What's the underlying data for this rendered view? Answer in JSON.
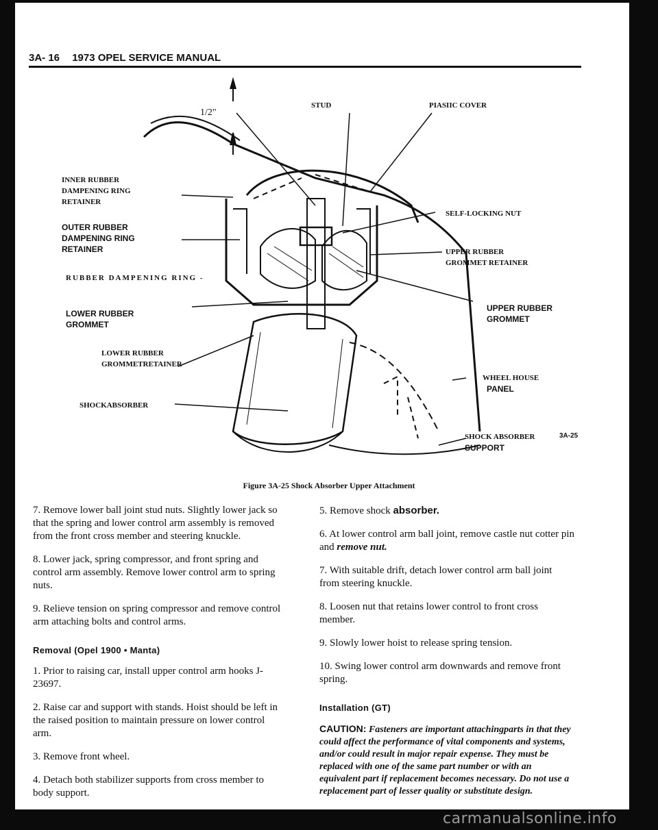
{
  "header": {
    "page_number": "3A- 16",
    "title": "1973 OPEL SERVICE MANUAL"
  },
  "figure": {
    "labels": {
      "dimension": "1/2\"",
      "stud": "STUD",
      "plastic_cover": "PIASIIC COVER",
      "inner_rubber": "INNER RUBBER",
      "inner_dampening_ring": "DAMPENING RING",
      "inner_retainer": "RETAINER",
      "self_locking_nut": "SELF-LOCKING NUT",
      "outer_rubber": "OUTER RUBBER",
      "outer_dampening_ring": "DAMPENING RING",
      "outer_retainer": "RETAINER",
      "upper_rubber": "UPPER RUBBER",
      "grommet_retainer": "GROMMET RETAINER",
      "rubber_dampening_ring": "RUBBER DAMPENING RING -",
      "lower_rubber": "LOWER RUBBER",
      "lower_grommet": "GROMMET",
      "upper_rubber_2": "UPPER RUBBER",
      "upper_grommet": "GROMMET",
      "lower_rubber_2": "LOWER RUBBER",
      "lower_grommet_retainer": "GROMMETRETAINER",
      "wheel_house": "WHEEL HOUSE",
      "panel": "PANEL",
      "shock_absorber": "SHOCKABSORBER",
      "shock_absorber_2": "SHOCK ABSORBER",
      "support": "SUPPORT",
      "figure_id": "3A-25"
    },
    "caption": "Figure 3A-25 Shock Absorber Upper Attachment"
  },
  "left_column": {
    "step7": "7. Remove lower ball joint stud nuts. Slightly lower jack so that the spring and lower control arm assembly is removed from the front cross member and steering knuckle.",
    "step8": "8. Lower jack, spring compressor, and front spring and control arm assembly. Remove lower control arm to spring nuts.",
    "step9": "9. Relieve tension on spring compressor and remove control arm attaching bolts and control arms.",
    "heading": "Removal (Opel 1900 • Manta)",
    "step1": "1. Prior to raising car, install upper control arm hooks J-23697.",
    "step2": "2. Raise car and support with stands. Hoist should be left in the raised position to maintain pressure on lower control arm.",
    "step3": "3. Remove front wheel.",
    "step4": "4. Detach both stabilizer supports from cross member to body support."
  },
  "right_column": {
    "step5_a": "5. Remove shock ",
    "step5_b": "absorber.",
    "step6_a": "6. At lower control arm ball joint, remove castle nut cotter pin and ",
    "step6_b": "remove nut.",
    "step7": "7. With suitable drift, detach lower control arm ball joint from steering knuckle.",
    "step8": "8. Loosen nut that retains lower control to front cross member.",
    "step9": "9. Slowly lower hoist to release spring tension.",
    "step10": "10. Swing lower control arm downwards and remove front spring.",
    "heading": "Installation (GT)",
    "caution_label": "CAUTION:",
    "caution_text": " Fasteners are important attachingparts in that they could affect the performance of vital components and systems, and/or could result in major repair expense. They must be replaced with one of the same part number or with an equivalent part if replacement becomes necessary. Do not use a replacement part of lesser quality or substitute design."
  },
  "watermark": "carmanualsonline.info"
}
